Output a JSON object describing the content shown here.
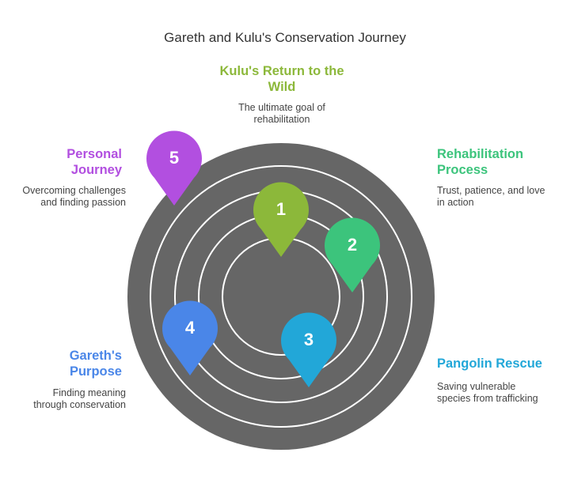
{
  "title": "Gareth and Kulu's Conservation Journey",
  "colors": {
    "ring_fill": "#666666",
    "ring_stroke": "#ffffff",
    "step1": "#8cb83a",
    "step2": "#3cc47c",
    "step3": "#22a7d8",
    "step4": "#4a86e8",
    "step5": "#b24fe0"
  },
  "steps": [
    {
      "number": "1",
      "heading_line1": "Kulu's Return to the",
      "heading_line2": "Wild",
      "desc_line1": "The ultimate goal of",
      "desc_line2": "rehabilitation"
    },
    {
      "number": "2",
      "heading_line1": "Rehabilitation",
      "heading_line2": "Process",
      "desc_line1": "Trust, patience, and love",
      "desc_line2": "in action"
    },
    {
      "number": "3",
      "heading_line1": "Pangolin Rescue",
      "heading_line2": "",
      "desc_line1": "Saving vulnerable",
      "desc_line2": "species from trafficking"
    },
    {
      "number": "4",
      "heading_line1": "Gareth's",
      "heading_line2": "Purpose",
      "desc_line1": "Finding meaning",
      "desc_line2": "through conservation"
    },
    {
      "number": "5",
      "heading_line1": "Personal",
      "heading_line2": "Journey",
      "desc_line1": "Overcoming challenges",
      "desc_line2": "and finding passion"
    }
  ]
}
